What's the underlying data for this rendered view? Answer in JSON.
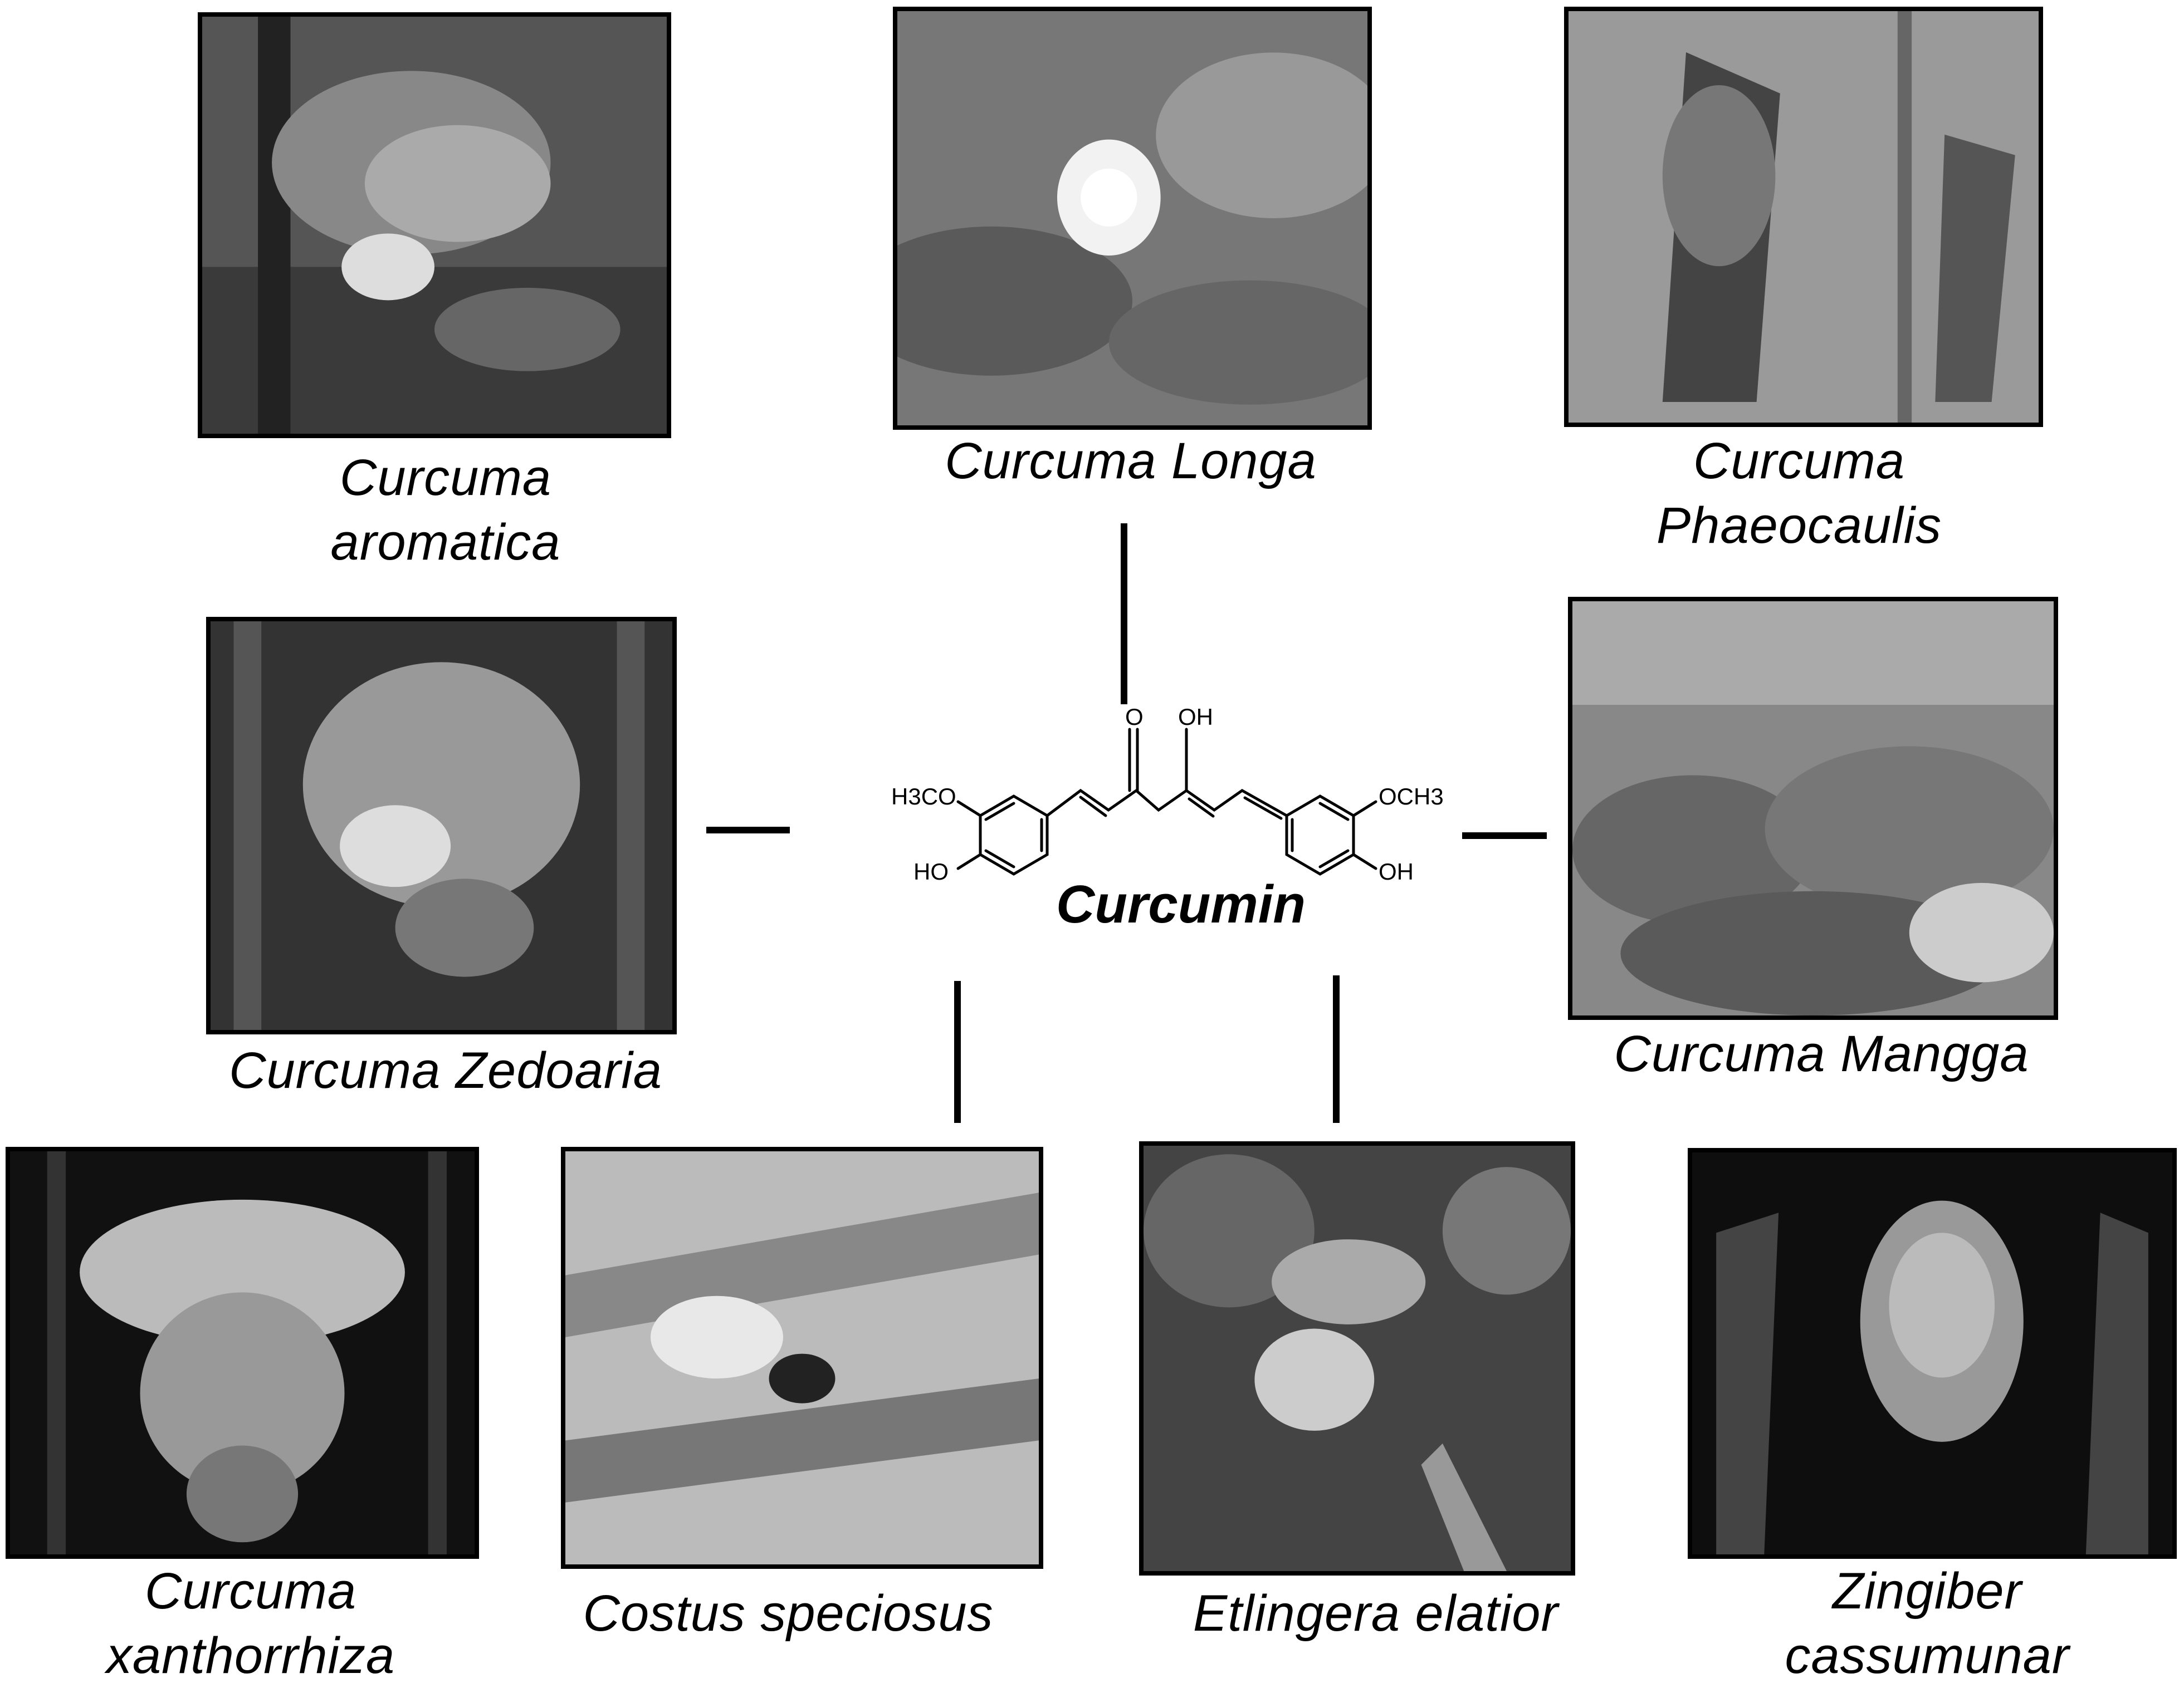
{
  "center": {
    "compound_name": "Curcumin",
    "atoms": {
      "methoxy_left": "H3CO",
      "methoxy_right": "OCH3",
      "hydroxy_left": "HO",
      "hydroxy_right": "OH",
      "ketone": "O",
      "enol": "OH"
    }
  },
  "plants": [
    {
      "id": "curcuma-aromatica",
      "line1": "Curcuma",
      "line2": "aromatica"
    },
    {
      "id": "curcuma-longa",
      "line1": "Curcuma Longa",
      "line2": ""
    },
    {
      "id": "curcuma-phaeocaulis",
      "line1": "Curcuma",
      "line2": "Phaeocaulis"
    },
    {
      "id": "curcuma-zedoaria",
      "line1": "Curcuma Zedoaria",
      "line2": ""
    },
    {
      "id": "curcuma-mangga",
      "line1": "Curcuma Mangga",
      "line2": ""
    },
    {
      "id": "curcuma-xanthorrhiza",
      "line1": "Curcuma",
      "line2": "xanthorrhiza"
    },
    {
      "id": "costus-speciosus",
      "line1": "Costus speciosus",
      "line2": ""
    },
    {
      "id": "etlingera-elatior",
      "line1": "Etlingera elatior",
      "line2": ""
    },
    {
      "id": "zingiber-cassumunar",
      "line1": "Zingiber",
      "line2": "cassumunar"
    }
  ]
}
